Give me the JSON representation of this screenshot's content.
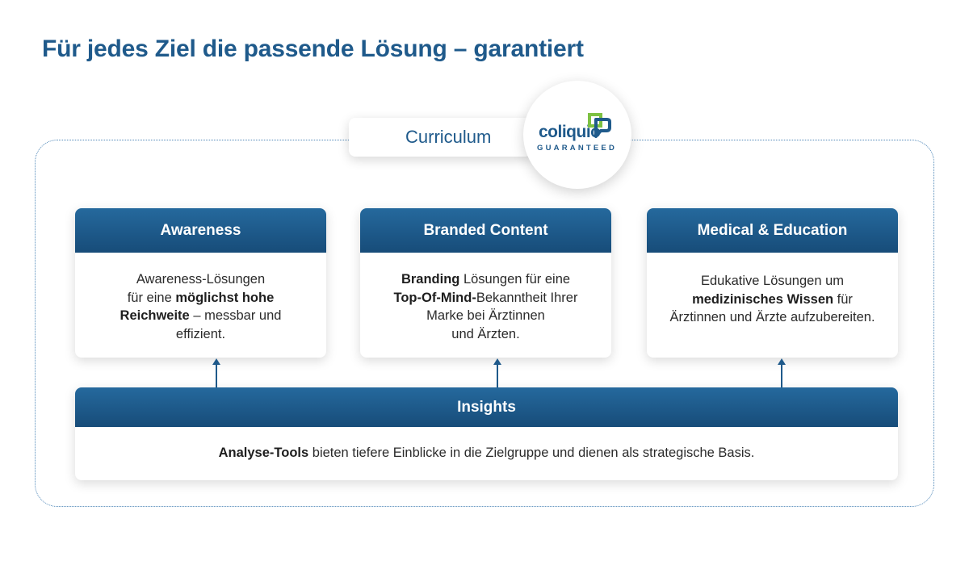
{
  "title": "Für jedes Ziel die passende Lösung – garantiert",
  "curriculum": {
    "label": "Curriculum"
  },
  "badge": {
    "brand": "coliquio",
    "subtitle": "GUARANTEED",
    "brand_green": "#7dc142",
    "brand_blue": "#1f5a8b"
  },
  "cards": [
    {
      "title": "Awareness",
      "text": [
        [
          "Awareness-Lösungen",
          "für eine ",
          "möglichst hohe",
          "Reichweite",
          " – messbar und",
          "effizient."
        ]
      ]
    },
    {
      "title": "Branded Content",
      "text": [
        [
          "Branding",
          " Lösungen für eine",
          "Top-Of-Mind-",
          "Bekanntheit Ihrer",
          "Marke bei Ärztinnen",
          "und Ärzten."
        ]
      ]
    },
    {
      "title": "Medical & Education",
      "text": [
        [
          "Edukative Lösungen um",
          "medizinisches Wissen",
          " für",
          "Ärztinnen und Ärzte aufzubereiten."
        ]
      ]
    }
  ],
  "insights": {
    "title": "Insights",
    "bold": "Analyse-Tools",
    "text": " bieten tiefere Einblicke in die Zielgruppe und dienen als strategische Basis."
  },
  "colors": {
    "header": "#1f5a8b",
    "frame": "#4f87b8",
    "arrow": "#1f5a8b"
  }
}
